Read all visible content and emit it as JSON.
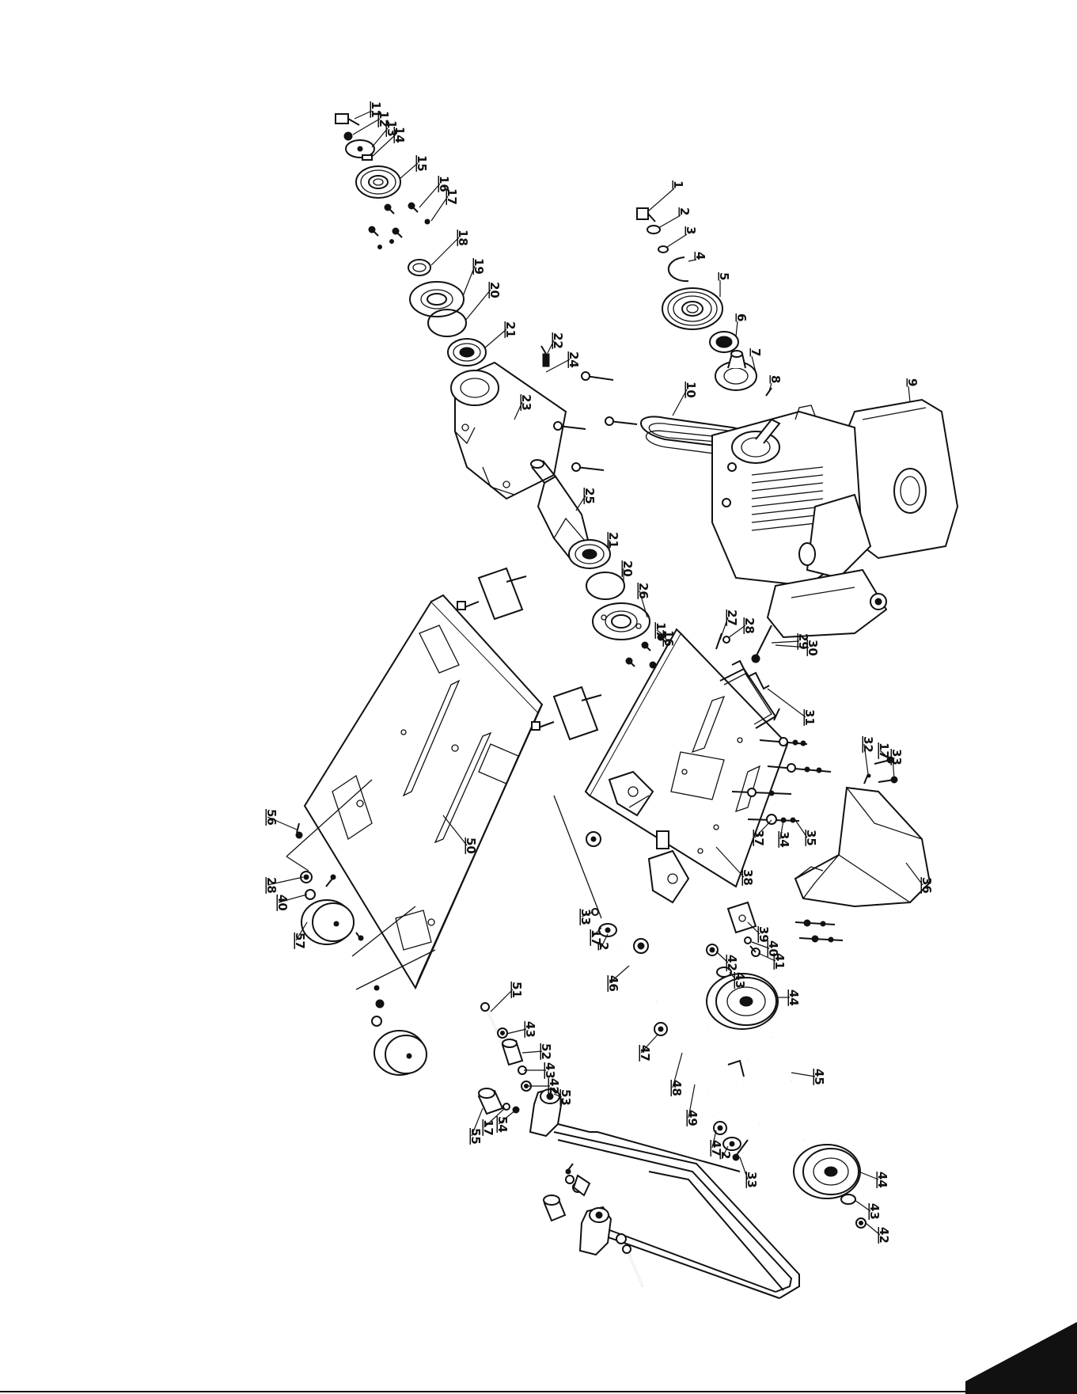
{
  "labels": {
    "1": "1",
    "2": "2",
    "3": "3",
    "4": "4",
    "5": "5",
    "6": "6",
    "7": "7",
    "8": "8",
    "9": "9",
    "10": "10",
    "11": "11",
    "12": "12",
    "13": "13",
    "14": "14",
    "15": "15",
    "16": "16",
    "17": "17",
    "18": "18",
    "19": "19",
    "20": "20",
    "21": "21",
    "22": "22",
    "23": "23",
    "24": "24",
    "25": "25",
    "26": "26",
    "27": "27",
    "28": "28",
    "29": "29",
    "30": "30",
    "31": "31",
    "32": "32",
    "33": "33",
    "34": "34",
    "35": "35",
    "36": "36",
    "37": "37",
    "38": "38",
    "39": "39",
    "40": "40",
    "41": "41",
    "42": "42",
    "43": "43",
    "44": "44",
    "45": "45",
    "46": "46",
    "47": "47",
    "48": "48",
    "49": "49",
    "50": "50",
    "51": "51",
    "52": "52",
    "53": "53",
    "54": "54",
    "55": "55",
    "56": "56",
    "57": "57"
  },
  "colors": {
    "ink": "#111111",
    "paper": "#ffffff"
  }
}
